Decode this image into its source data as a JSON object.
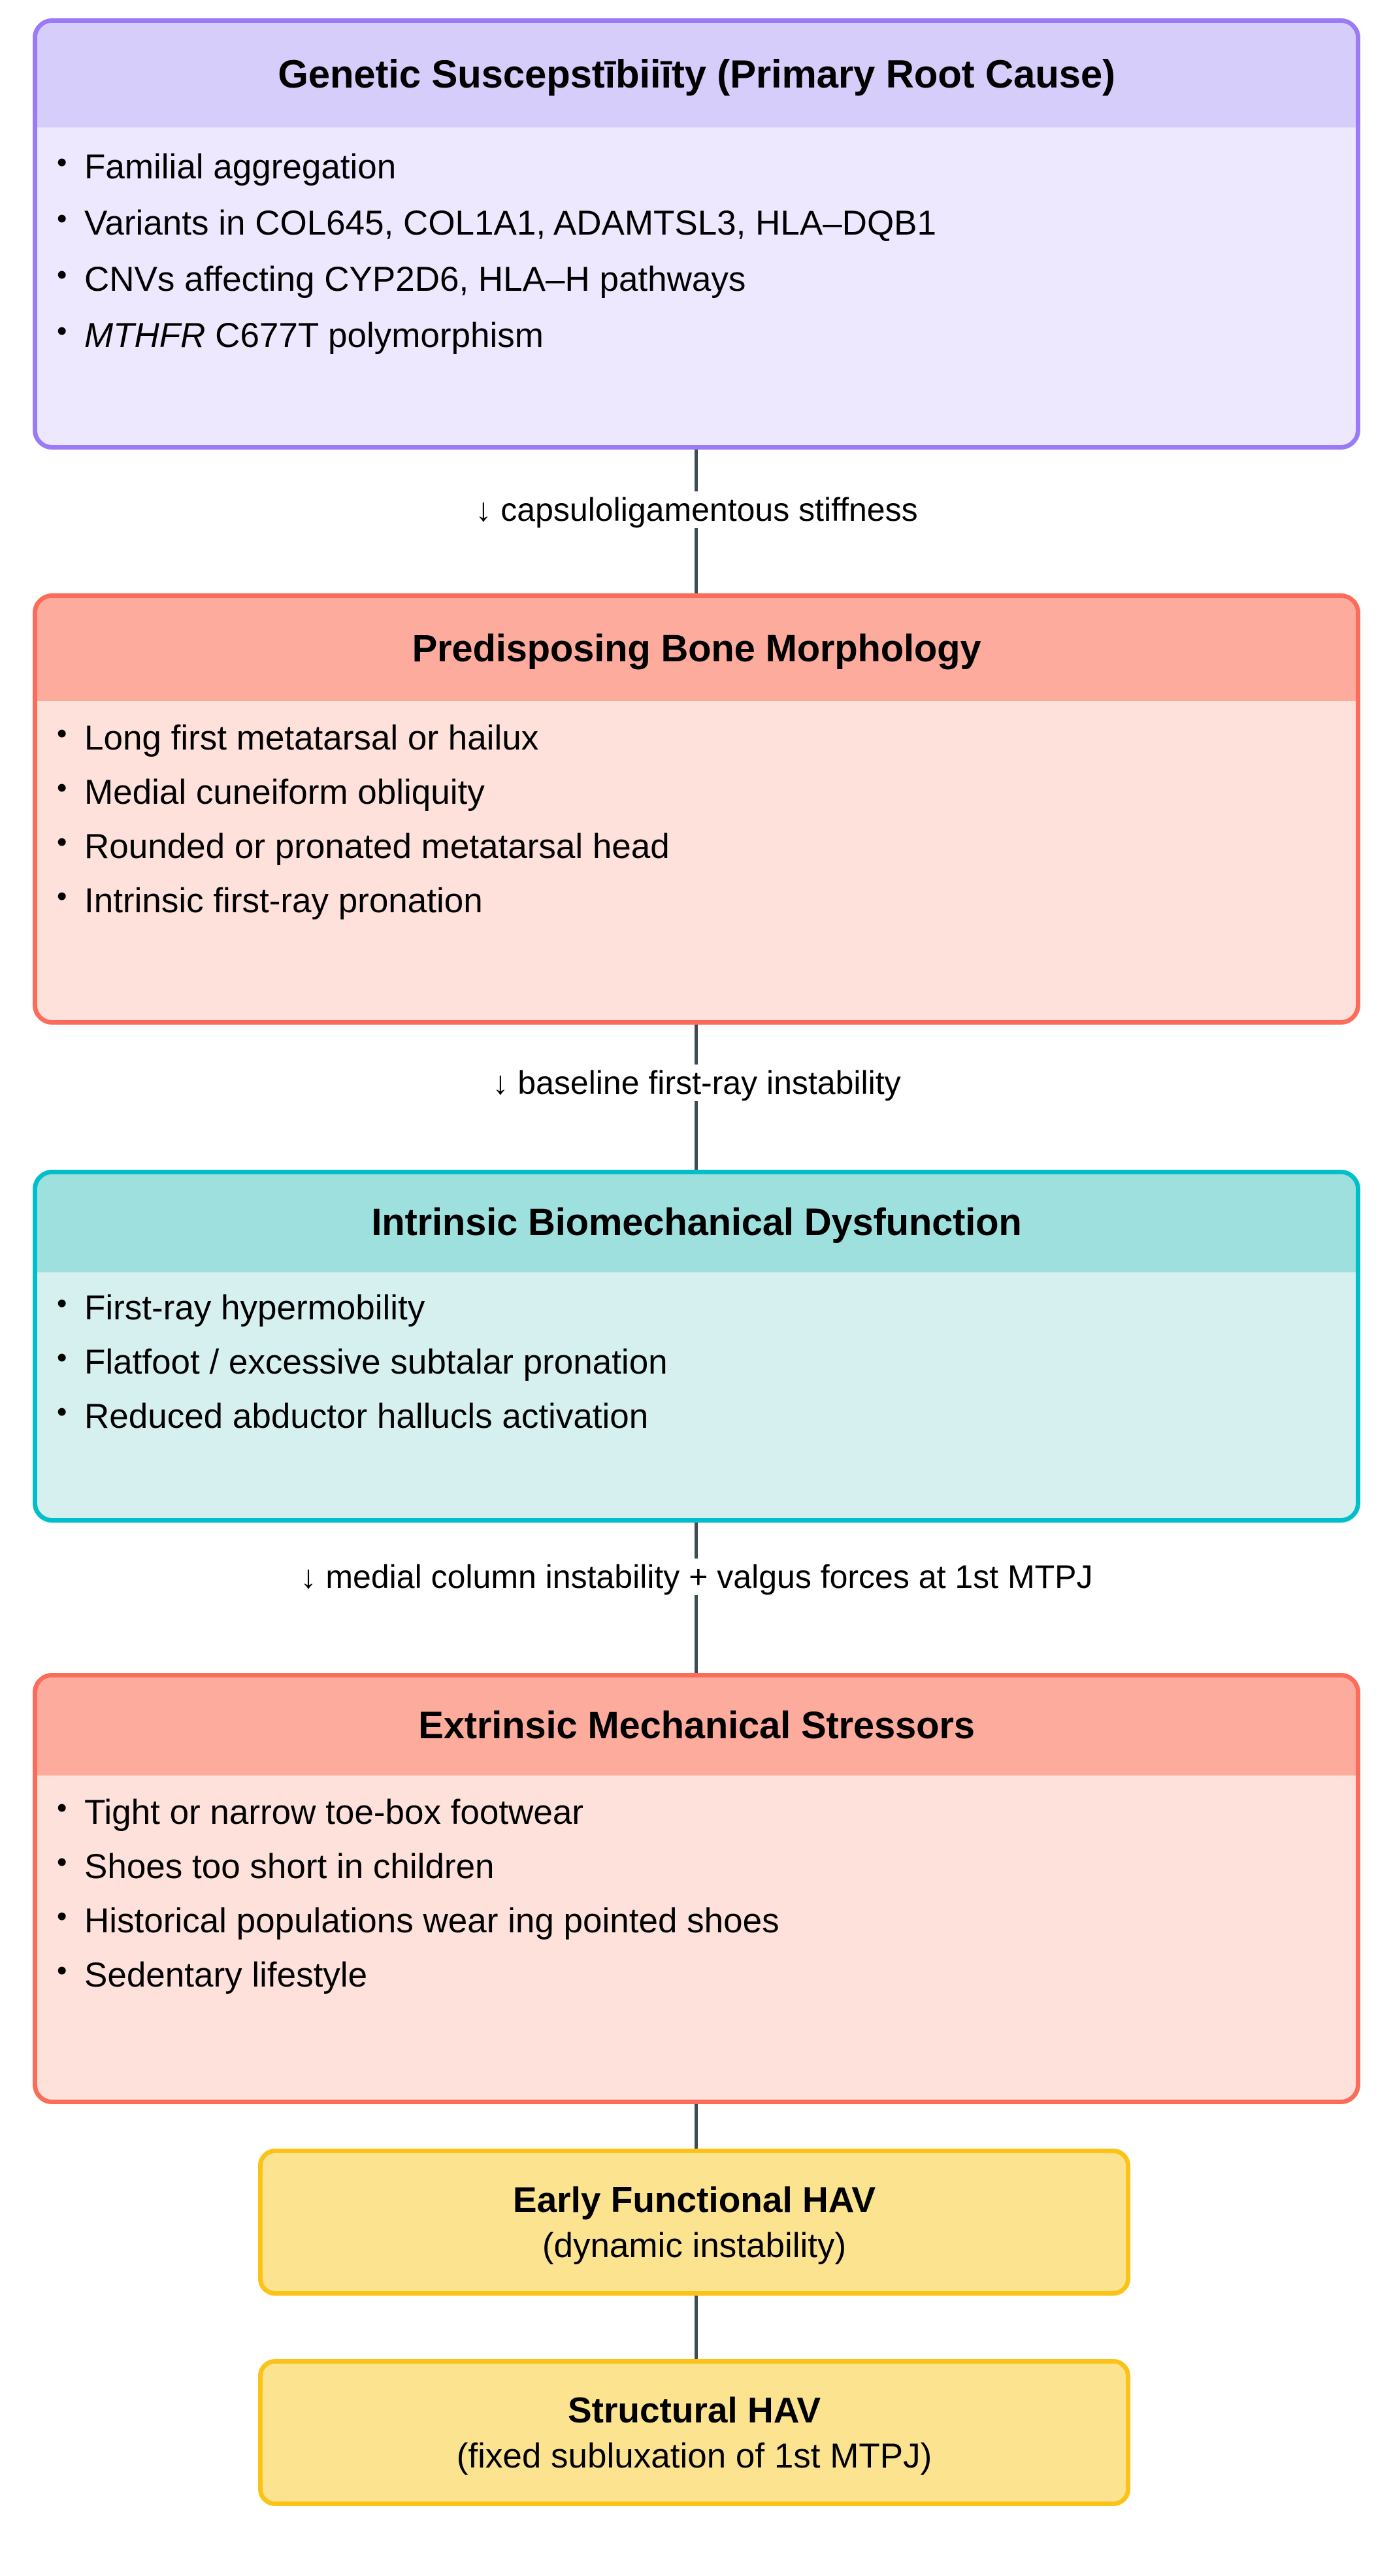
{
  "colors": {
    "purple_border": "#9b7bf5",
    "purple_header": "#d6cdfa",
    "purple_body": "#ede8fd",
    "red_border": "#fb6c5a",
    "red_header": "#fcab9c",
    "red_body": "#fde1da",
    "teal_border": "#00bfc9",
    "teal_header": "#9ee0de",
    "teal_body": "#d5f0ef",
    "yellow_border": "#fbc318",
    "yellow_fill": "#fce390",
    "connector": "#3d4c52"
  },
  "nodes": {
    "genetic": {
      "title": "Genetic Suscepstībiiīty (Primary Root Cause)",
      "bullets": [
        "Familial aggregation",
        "Variants in COL645, COL1A1, ADAMTSL3, HLA–DQB1",
        "CNVs affecting CYP2D6, HLA–H pathways",
        "MTHFR C677T polymorphism"
      ],
      "bullet3_italic": "MTHFR",
      "bullet3_rest": " C677T polymorphism"
    },
    "bone": {
      "title": "Predisposing Bone Morphology",
      "bullets": [
        "Long first metatarsal or hailux",
        "Medial cuneiform obliquity",
        "Rounded or pronated metatarsal head",
        "Intrinsic first-ray pronation"
      ]
    },
    "biomech": {
      "title": "Intrinsic Biomechanical Dysfunction",
      "bullets": [
        "First-ray hypermobility",
        "Flatfoot / excessive subtalar pronation",
        "Reduced abductor hallucls activation"
      ]
    },
    "extrinsic": {
      "title": "Extrinsic Mechanical Stressors",
      "bullets": [
        "Tight or narrow toe-box footwear",
        "Shoes too short in children",
        "Historical populations wear ing pointed shoes",
        "Sedentary lifestyle"
      ]
    },
    "early_hav": {
      "title": "Early Functional HAV",
      "subtitle": "(dynamic instability)"
    },
    "structural_hav": {
      "title": "Structural HAV",
      "subtitle": "(fixed subluxation of 1st MTPJ)"
    }
  },
  "connectors": {
    "c1": "↓ capsuloligamentous stiffness",
    "c2": "↓ baseline first-ray instability",
    "c3": "↓ medial column instability + valgus forces at 1st MTPJ"
  }
}
